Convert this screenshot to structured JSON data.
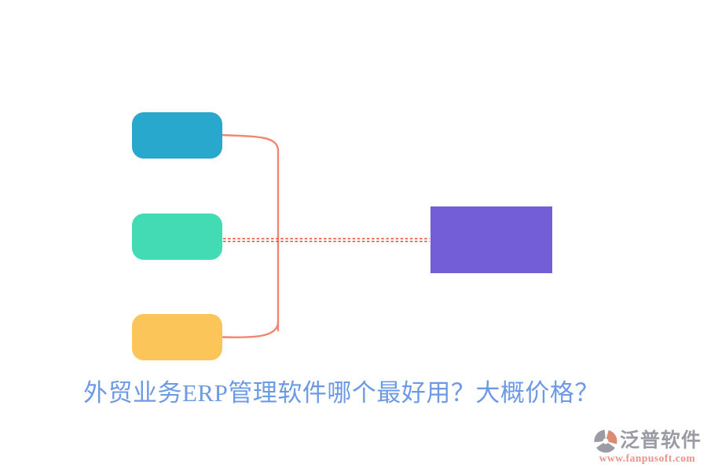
{
  "title": {
    "text": "外贸业务ERP管理软件哪个最好用？大概价格？",
    "color": "#6d9ae4"
  },
  "diagram": {
    "type": "mindmap-fragment",
    "nodes": [
      {
        "id": "branch-top",
        "shape": "rounded-rect",
        "color": "#29a8cd",
        "label": ""
      },
      {
        "id": "branch-middle",
        "shape": "rounded-rect",
        "color": "#43dbb4",
        "label": ""
      },
      {
        "id": "branch-bottom",
        "shape": "rounded-rect",
        "color": "#fcc559",
        "label": ""
      },
      {
        "id": "main-topic",
        "shape": "rect",
        "color": "#745ed8",
        "label": ""
      }
    ],
    "edges": [
      {
        "from": "branch-top",
        "to": "brace",
        "style": "solid-curve"
      },
      {
        "from": "branch-bottom",
        "to": "brace",
        "style": "solid-curve"
      },
      {
        "from": "branch-middle",
        "to": "main-topic",
        "style": "double-dashed"
      }
    ],
    "connectors": {
      "brace_color": "#f2856f",
      "dashed_color": "#e54b2b"
    }
  },
  "logo": {
    "name": "泛普软件",
    "url": "www.fanpusoft.com",
    "name_color": "#9b9ba3",
    "url_color": "#e8938b",
    "icon_gray": "#9b9ba4",
    "icon_accent": "#dc8a72"
  }
}
